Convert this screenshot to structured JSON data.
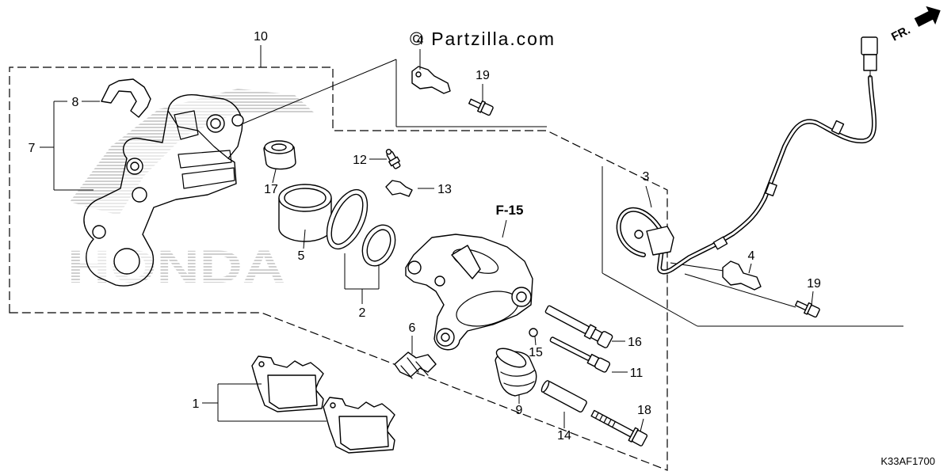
{
  "copyright": "© Partzilla.com",
  "watermark_brand": "HONDA",
  "direction_label": "FR.",
  "reference_label": "F-15",
  "diagram_code": "K33AF1700",
  "callouts": {
    "p1": "1",
    "p2": "2",
    "p3": "3",
    "p4_top": "4",
    "p4_right": "4",
    "p5": "5",
    "p6": "6",
    "p7": "7",
    "p8": "8",
    "p9": "9",
    "p10": "10",
    "p11": "11",
    "p12": "12",
    "p13": "13",
    "p14": "14",
    "p15": "15",
    "p16": "16",
    "p17": "17",
    "p18": "18",
    "p19_top": "19",
    "p19_right": "19"
  },
  "icons": {
    "direction": "front-arrow-icon",
    "copyright": "copyright-icon"
  },
  "colors": {
    "line": "#000000",
    "watermark": "#cfcfcf",
    "background": "#ffffff"
  }
}
